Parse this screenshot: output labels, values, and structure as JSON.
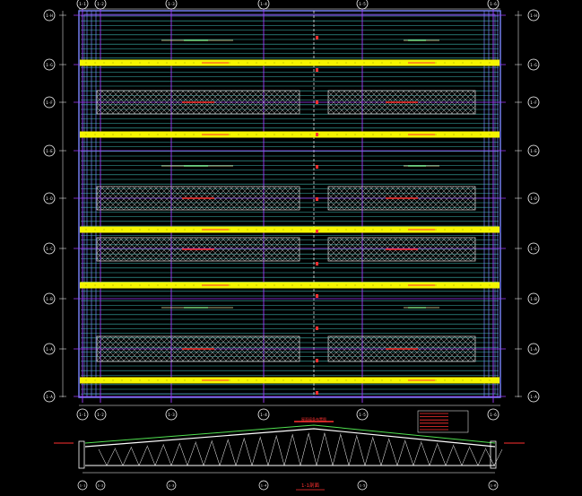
{
  "drawing": {
    "background": "#000000",
    "colors": {
      "frame": "#7a86ff",
      "purlin": "#48d8d0",
      "column_line": "#a03cff",
      "bracing": "#f0f0f0",
      "yellow_band": "#f5f500",
      "text_red": "#ff3030",
      "grid_bubble": "#ffffff",
      "truss": "#ffffff",
      "dim_white": "#ffffff"
    },
    "top_axes": [
      "1-1",
      "1-2",
      "1-3",
      "1-4",
      "1-5",
      "1-6"
    ],
    "bottom_axes": [
      "1-1",
      "1-2",
      "1-3",
      "1-4",
      "1-5",
      "1-6"
    ],
    "left_axes": [
      "1-H",
      "1-G",
      "1-F",
      "1-E",
      "1-D",
      "1-C",
      "1-B",
      "1-A",
      "1-A"
    ],
    "right_axes": [
      "1-H",
      "1-G",
      "1-F",
      "1-E",
      "1-D",
      "1-C",
      "1-B",
      "1-A",
      "1-A"
    ],
    "section_axes": [
      "1-1",
      "1-2",
      "1-3",
      "1-4",
      "1-5",
      "1-6"
    ],
    "section_title": "1-1剖面",
    "plan_title_note": "屋面檩条布置图"
  }
}
